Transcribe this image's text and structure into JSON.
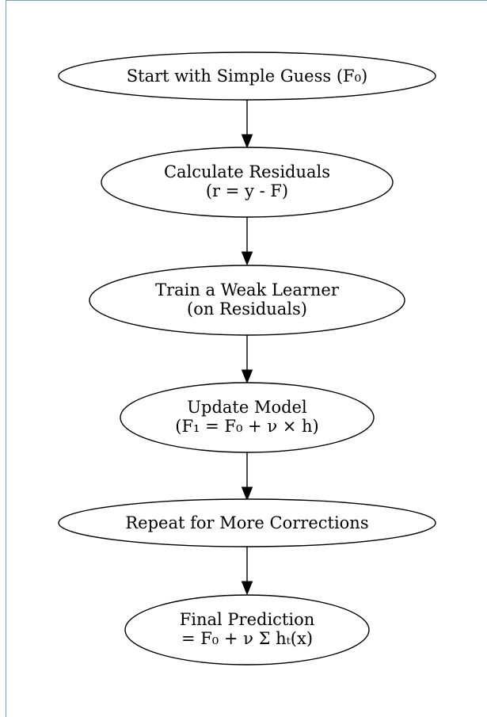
{
  "diagram": {
    "nodes": [
      {
        "id": "start",
        "lines": [
          "Start with Simple Guess (F₀)"
        ]
      },
      {
        "id": "residuals",
        "lines": [
          "Calculate Residuals",
          "(r = y - F)"
        ]
      },
      {
        "id": "weak-learner",
        "lines": [
          "Train a Weak Learner",
          "(on Residuals)"
        ]
      },
      {
        "id": "update",
        "lines": [
          "Update Model",
          "(F₁ = F₀ + ν × h)"
        ]
      },
      {
        "id": "repeat",
        "lines": [
          "Repeat for More Corrections"
        ]
      },
      {
        "id": "final",
        "lines": [
          "Final Prediction",
          "= F₀ + ν Σ hₜ(x)"
        ]
      }
    ],
    "edges": [
      {
        "from": "start",
        "to": "residuals"
      },
      {
        "from": "residuals",
        "to": "weak-learner"
      },
      {
        "from": "weak-learner",
        "to": "update"
      },
      {
        "from": "update",
        "to": "repeat"
      },
      {
        "from": "repeat",
        "to": "final"
      }
    ]
  }
}
